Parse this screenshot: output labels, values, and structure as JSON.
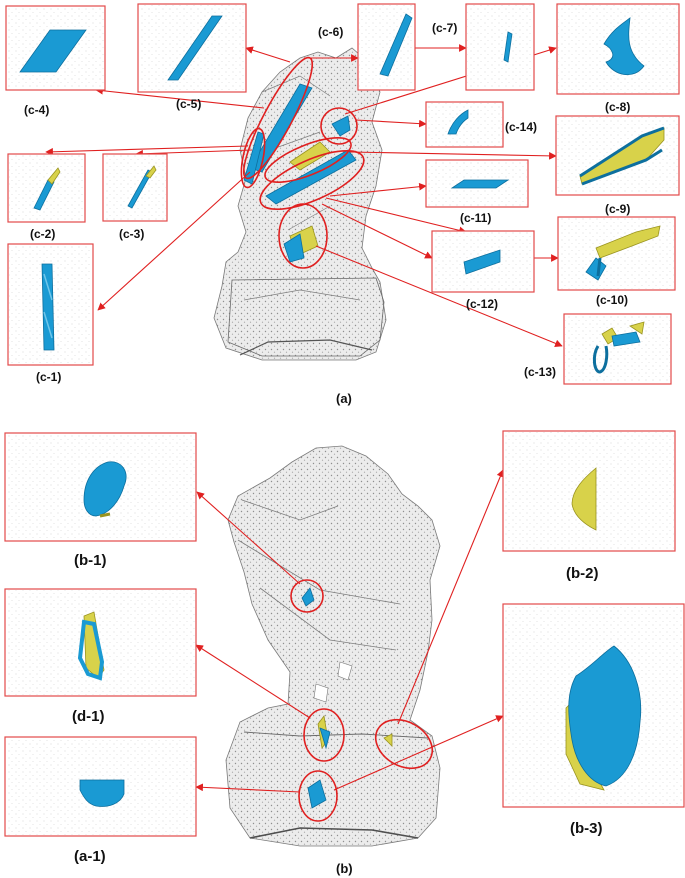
{
  "panel_a": {
    "caption": "(a)",
    "labels": {
      "c1": "(c-1)",
      "c2": "(c-2)",
      "c3": "(c-3)",
      "c4": "(c-4)",
      "c5": "(c-5)",
      "c6": "(c-6)",
      "c7": "(c-7)",
      "c8": "(c-8)",
      "c9": "(c-9)",
      "c10": "(c-10)",
      "c11": "(c-11)",
      "c12": "(c-12)",
      "c13": "(c-13)",
      "c14": "(c-14)"
    }
  },
  "panel_b": {
    "caption": "(b)",
    "labels": {
      "b1": "(b-1)",
      "b2": "(b-2)",
      "b3": "(b-3)",
      "d1": "(d-1)",
      "a1": "(a-1)"
    }
  },
  "colors": {
    "highlight": "#e02020",
    "fracture_blue": "#1a9ad3",
    "fracture_yellow": "#d8d24a",
    "point_cloud": "#9a9a9a"
  }
}
